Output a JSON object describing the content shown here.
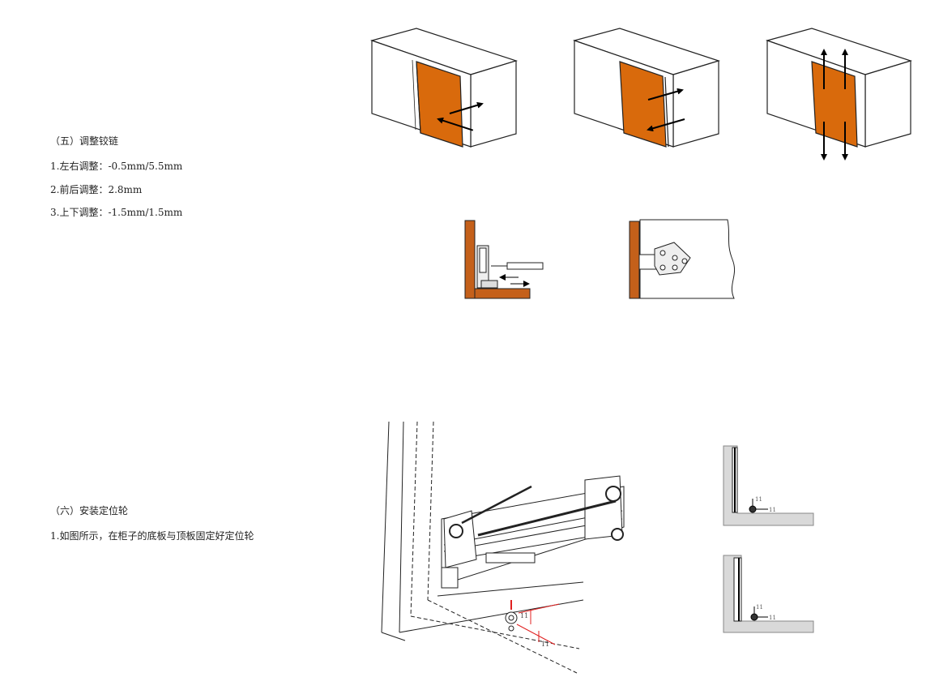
{
  "section5": {
    "heading": "（五）调整铰链",
    "items": [
      "1.左右调整：-0.5mm/5.5mm",
      "2.前后调整：2.8mm",
      "3.上下调整：-1.5mm/1.5mm"
    ]
  },
  "section6": {
    "heading": "（六）安装定位轮",
    "items": [
      "1.如图所示，在柜子的底板与顶板固定好定位轮"
    ]
  },
  "dimensions": {
    "caster_offset_a": "11",
    "caster_offset_b": "11",
    "detail1_v": "11",
    "detail1_h": "11",
    "detail2_v": "11",
    "detail2_h": "11"
  },
  "colors": {
    "door_orange": "#d96a0c",
    "wood_brown": "#c4601a",
    "panel_grey": "#d9d9d9",
    "dim_red": "#e02020"
  }
}
